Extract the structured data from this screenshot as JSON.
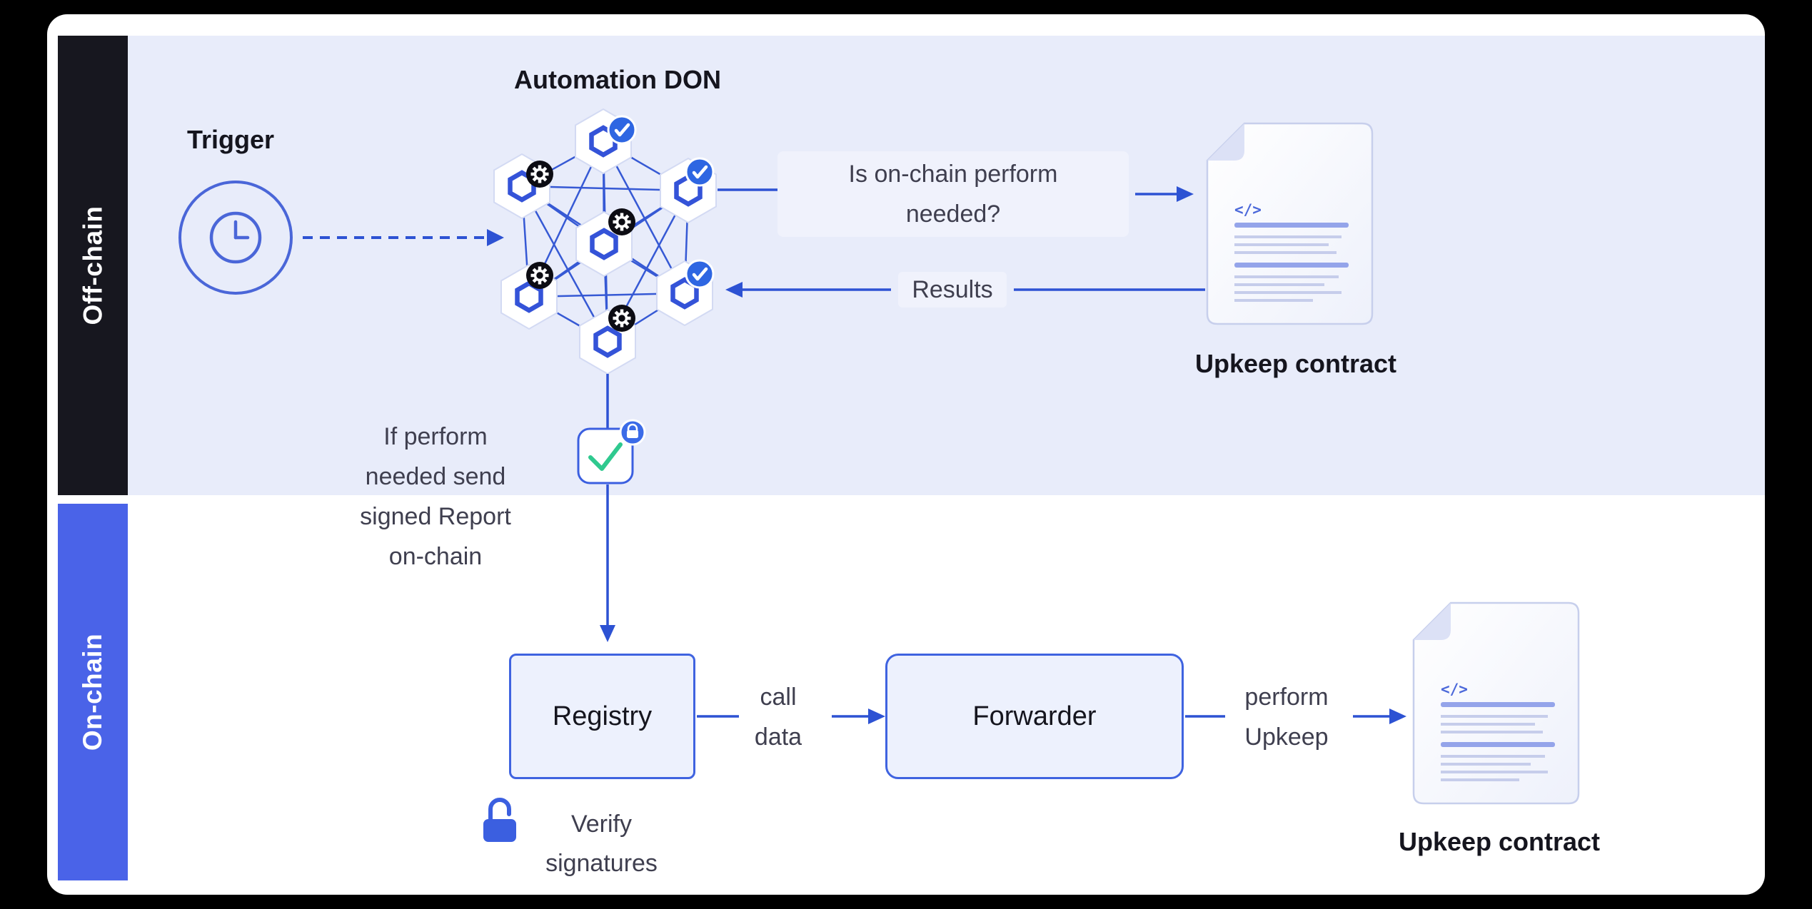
{
  "sidebars": {
    "offchain": "Off-chain",
    "onchain": "On-chain"
  },
  "offchain": {
    "don_title": "Automation DON",
    "trigger_label": "Trigger",
    "question_lines": [
      "Is on-chain perform",
      "needed?"
    ],
    "results_label": "Results",
    "upkeep_contract_label": "Upkeep contract",
    "report_note_lines": [
      "If perform",
      "needed send",
      "signed Report",
      "on-chain"
    ]
  },
  "onchain": {
    "registry_label": "Registry",
    "call_data_lines": [
      "call",
      "data"
    ],
    "forwarder_label": "Forwarder",
    "perform_upkeep_lines": [
      "perform",
      "Upkeep"
    ],
    "upkeep_contract_label": "Upkeep contract",
    "verify_lines": [
      "Verify",
      "signatures"
    ]
  },
  "doc_icon": {
    "code_glyph": "</>"
  },
  "colors": {
    "accent_blue": "#2d52d3",
    "box_border_blue": "#3f63e0",
    "sidebar_dark": "#17171f",
    "sidebar_blue": "#4a63e8",
    "offchain_bg": "#e8ecfa",
    "check_green": "#2fc98f",
    "gear_badge_black": "#0c0c13",
    "check_badge_blue": "#2e66e2",
    "chainlink_logo_blue": "#3453d8"
  }
}
